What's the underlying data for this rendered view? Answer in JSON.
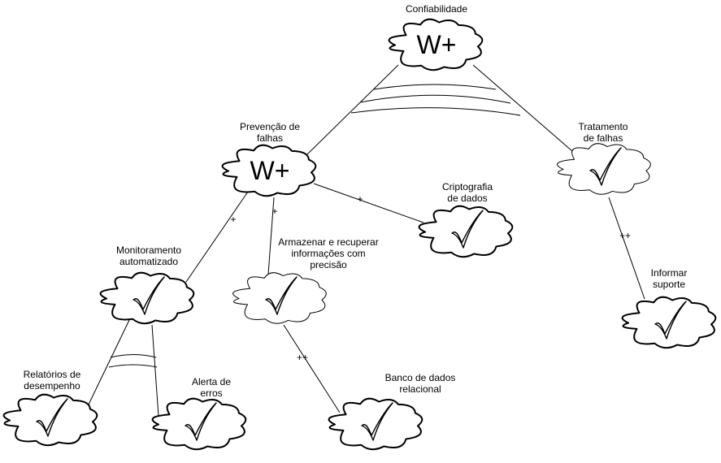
{
  "nodes": [
    {
      "id": "confiabilidade",
      "label": "Confiabilidade",
      "mark": "W+",
      "mark_kind": "text"
    },
    {
      "id": "prevencao",
      "label": [
        "Prevenção de",
        "falhas"
      ],
      "mark": "W+",
      "mark_kind": "text"
    },
    {
      "id": "tratamento",
      "label": [
        "Tratamento",
        "de falhas"
      ],
      "mark_kind": "check-icon"
    },
    {
      "id": "criptografia",
      "label": [
        "Criptografia",
        "de dados"
      ],
      "mark_kind": "check-icon"
    },
    {
      "id": "monitoramento",
      "label": [
        "Monitoramento",
        "automatizado"
      ],
      "mark_kind": "check-icon"
    },
    {
      "id": "armazenar",
      "label": [
        "Armazenar e recuperar",
        "informações com",
        "precisão"
      ],
      "mark_kind": "check-icon"
    },
    {
      "id": "informar",
      "label": [
        "Informar",
        "suporte"
      ],
      "mark_kind": "check-icon"
    },
    {
      "id": "relatorios",
      "label": [
        "Relatórios de",
        "desempenho"
      ],
      "mark_kind": "check-icon"
    },
    {
      "id": "alerta",
      "label": [
        "Alerta de",
        "erros"
      ],
      "mark_kind": "check-icon"
    },
    {
      "id": "banco",
      "label": [
        "Banco de dados",
        "relacional"
      ],
      "mark_kind": "check-icon"
    }
  ],
  "edges": [
    {
      "from": "confiabilidade",
      "to": "prevencao",
      "label": "",
      "decomposition": "and"
    },
    {
      "from": "confiabilidade",
      "to": "tratamento",
      "label": "",
      "decomposition": "and"
    },
    {
      "from": "prevencao",
      "to": "monitoramento",
      "label": "+"
    },
    {
      "from": "prevencao",
      "to": "armazenar",
      "label": "+"
    },
    {
      "from": "prevencao",
      "to": "criptografia",
      "label": "+"
    },
    {
      "from": "tratamento",
      "to": "informar",
      "label": "++"
    },
    {
      "from": "monitoramento",
      "to": "relatorios",
      "label": "",
      "decomposition": "and"
    },
    {
      "from": "monitoramento",
      "to": "alerta",
      "label": "",
      "decomposition": "and"
    },
    {
      "from": "armazenar",
      "to": "banco",
      "label": "++"
    }
  ]
}
